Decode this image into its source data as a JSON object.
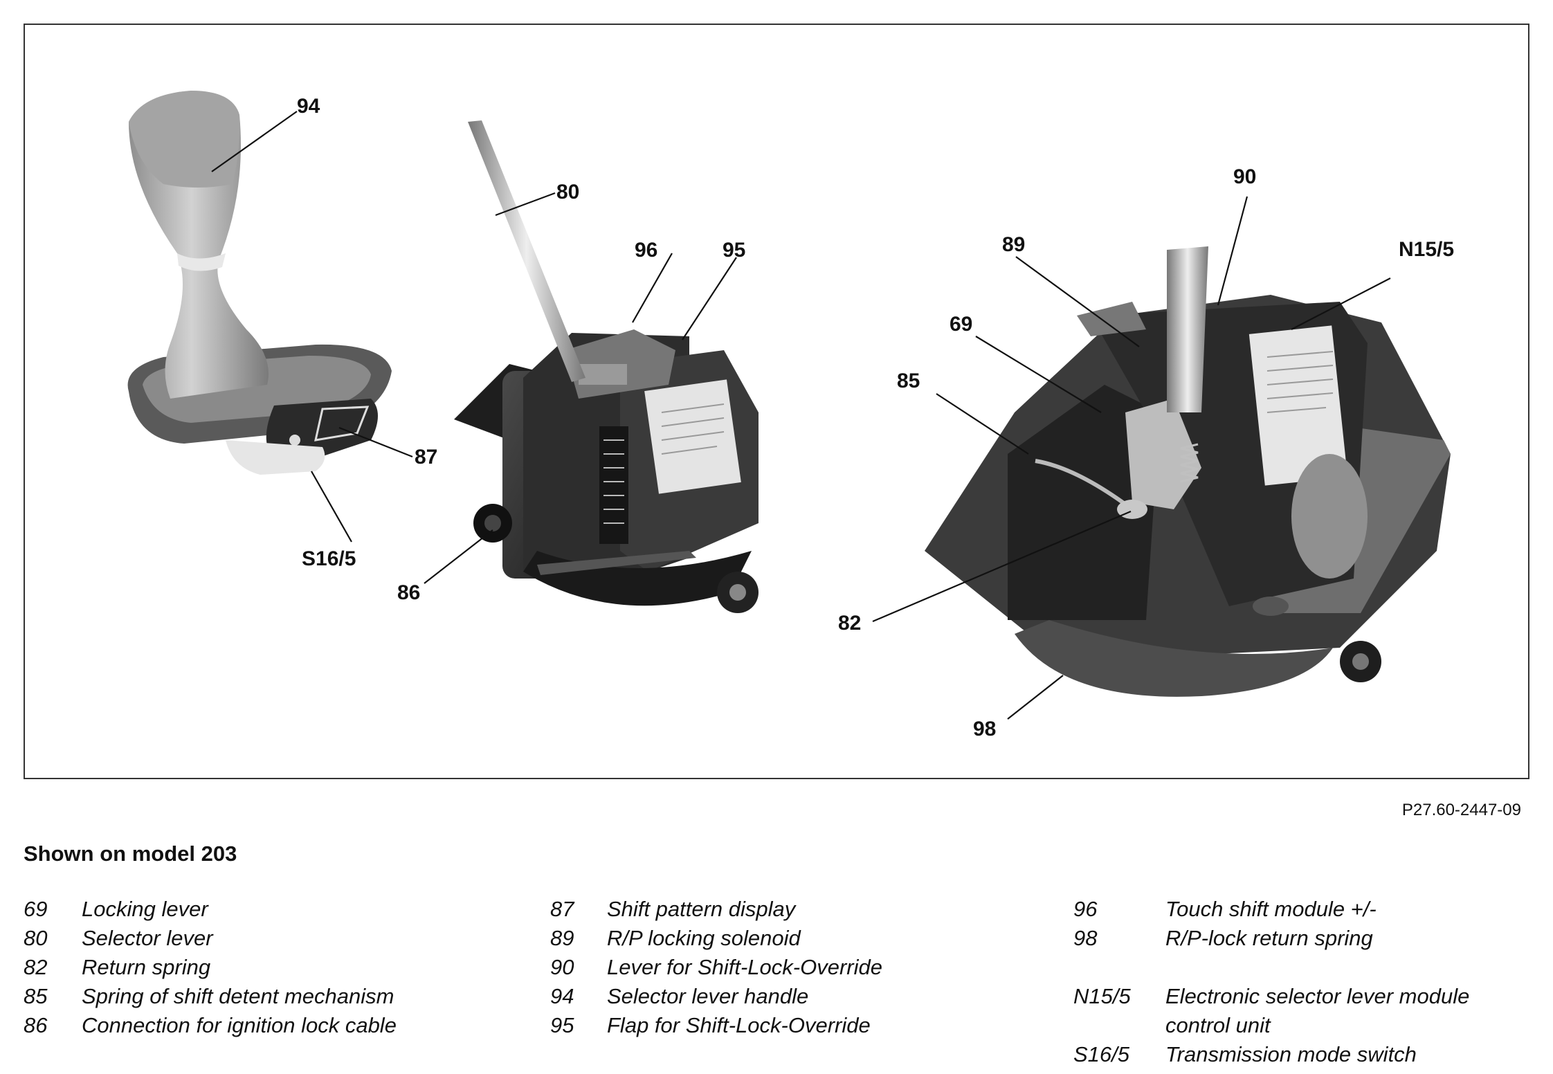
{
  "callouts": {
    "c94": "94",
    "c80": "80",
    "c96": "96",
    "c95": "95",
    "c87": "87",
    "cS165": "S16/5",
    "c86": "86",
    "c90": "90",
    "c89": "89",
    "cN155": "N15/5",
    "c69": "69",
    "c85": "85",
    "c82": "82",
    "c98": "98"
  },
  "reference_code": "P27.60-2447-09",
  "caption_title": "Shown on model 203",
  "legend": {
    "col1": [
      {
        "num": "69",
        "text": "Locking lever"
      },
      {
        "num": "80",
        "text": "Selector lever"
      },
      {
        "num": "82",
        "text": "Return spring"
      },
      {
        "num": "85",
        "text": "Spring of shift detent mechanism"
      },
      {
        "num": "86",
        "text": "Connection for ignition lock cable"
      }
    ],
    "col2": [
      {
        "num": "87",
        "text": "Shift pattern display"
      },
      {
        "num": "89",
        "text": "R/P locking solenoid"
      },
      {
        "num": "90",
        "text": "Lever for Shift-Lock-Override"
      },
      {
        "num": "94",
        "text": "Selector lever handle"
      },
      {
        "num": "95",
        "text": "Flap for Shift-Lock-Override"
      }
    ],
    "col3": [
      {
        "num": "96",
        "text": "Touch shift module +/-"
      },
      {
        "num": "98",
        "text": "R/P-lock return spring"
      },
      {
        "num": "",
        "text": ""
      },
      {
        "num": "N15/5",
        "text": "Electronic selector lever module"
      },
      {
        "num": "",
        "text": "control unit"
      },
      {
        "num": "S16/5",
        "text": "Transmission mode switch"
      }
    ]
  },
  "colors": {
    "frame_border": "#333333",
    "part_dark": "#2b2b2b",
    "part_mid": "#6a6a6a",
    "part_light": "#b8b8b8",
    "metal": "#c8c8c8"
  }
}
